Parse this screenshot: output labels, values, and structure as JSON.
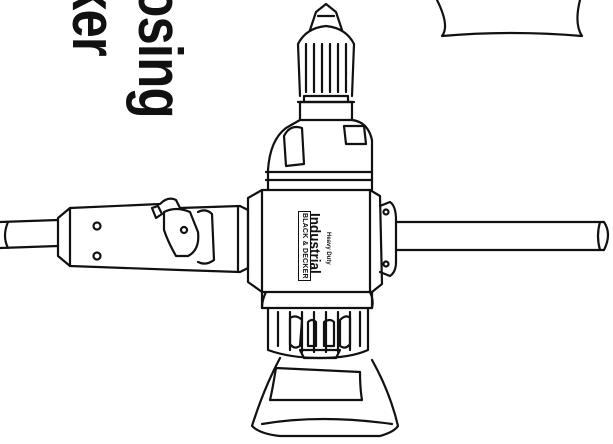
{
  "headline": {
    "line1": "oosing",
    "line2": "ker"
  },
  "badge": {
    "brand": "BLACK & DECKER",
    "product": "Industrial",
    "subtitle": "Heavy Duty"
  }
}
